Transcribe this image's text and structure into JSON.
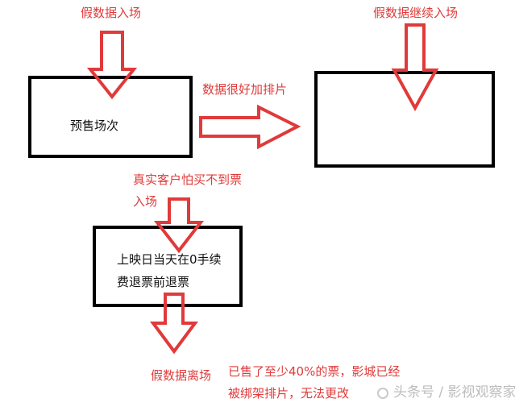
{
  "diagram": {
    "labels": {
      "fake_enter": "假数据入场",
      "fake_continue": "假数据继续入场",
      "data_good": "数据很好加排片",
      "presale": "预售场次",
      "real_customer_line1": "真实客户怕买不到票",
      "real_customer_line2": "入场",
      "refund_line1": "上映日当天在0手续",
      "refund_line2": "费退票前退票",
      "fake_leave": "假数据离场",
      "note_line1": "已售了至少40%的票，影城已经",
      "note_line2": "被绑架排片，无法更改"
    },
    "watermark": "头条号 / 影视观察家",
    "colors": {
      "arrow": "#e03a3a",
      "box_border": "#000000",
      "text_red": "#e03a3a",
      "text_black": "#111111",
      "watermark": "#bdbdbd"
    }
  }
}
